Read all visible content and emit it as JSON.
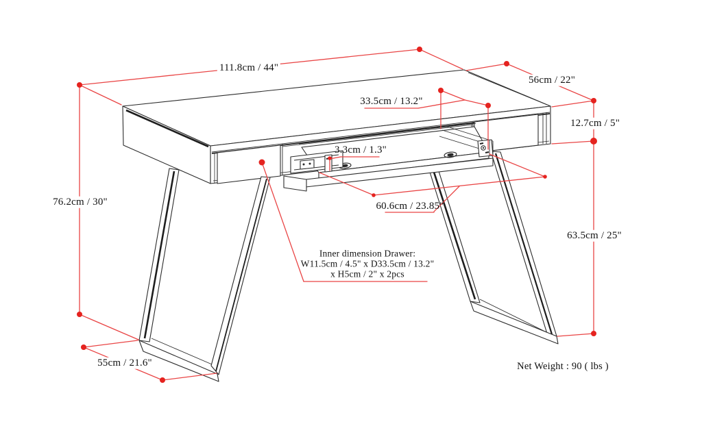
{
  "diagram": {
    "title": "Desk dimension diagram",
    "labels": {
      "top_width": "111.8cm / 44\"",
      "top_depth": "56cm / 22\"",
      "drawer_depth": "33.5cm / 13.2\"",
      "apron_height": "12.7cm / 5\"",
      "tray_thickness": "3.3cm / 1.3\"",
      "overall_height": "76.2cm / 30\"",
      "tray_width": "60.6cm / 23.85\"",
      "leg_clearance": "63.5cm / 25\"",
      "leg_depth": "55cm / 21.6\"",
      "inner_drawer_line1": "Inner dimension Drawer:",
      "inner_drawer_line2": "W11.5cm / 4.5\" x D33.5cm / 13.2\"",
      "inner_drawer_line3": "x H5cm / 2\" x 2pcs",
      "net_weight": "Net Weight : 90 ( lbs )"
    },
    "colors": {
      "dimension_red_line": "#e94444",
      "dimension_red_dot": "#e5231f",
      "drawing_black": "#2b2b2b",
      "background": "#ffffff"
    }
  }
}
